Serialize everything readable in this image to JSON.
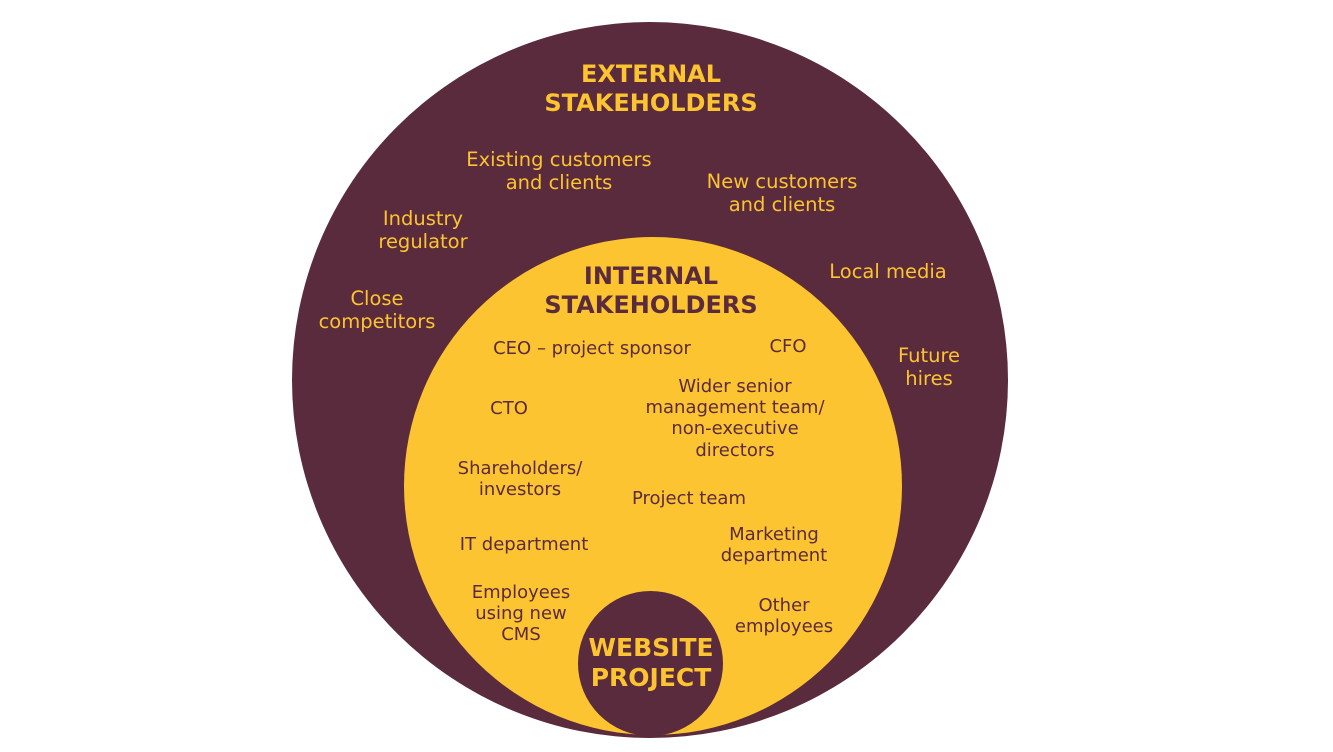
{
  "colors": {
    "outer": "#5a2a3d",
    "inner": "#fcc430",
    "core": "#5a2a3d"
  },
  "external": {
    "title": "EXTERNAL\nSTAKEHOLDERS",
    "items": {
      "existing_customers": "Existing customers\nand clients",
      "new_customers": "New customers\nand clients",
      "industry_regulator": "Industry\nregulator",
      "local_media": "Local media",
      "close_competitors": "Close\ncompetitors",
      "future_hires": "Future\nhires"
    }
  },
  "internal": {
    "title": "INTERNAL\nSTAKEHOLDERS",
    "items": {
      "ceo": "CEO – project sponsor",
      "cfo": "CFO",
      "cto": "CTO",
      "senior_management": "Wider senior\nmanagement team/\nnon-executive\ndirectors",
      "shareholders": "Shareholders/\ninvestors",
      "project_team": "Project team",
      "it_department": "IT department",
      "marketing_department": "Marketing\ndepartment",
      "employees_cms": "Employees\nusing new\nCMS",
      "other_employees": "Other\nemployees"
    }
  },
  "core": {
    "title": "WEBSITE\nPROJECT"
  }
}
